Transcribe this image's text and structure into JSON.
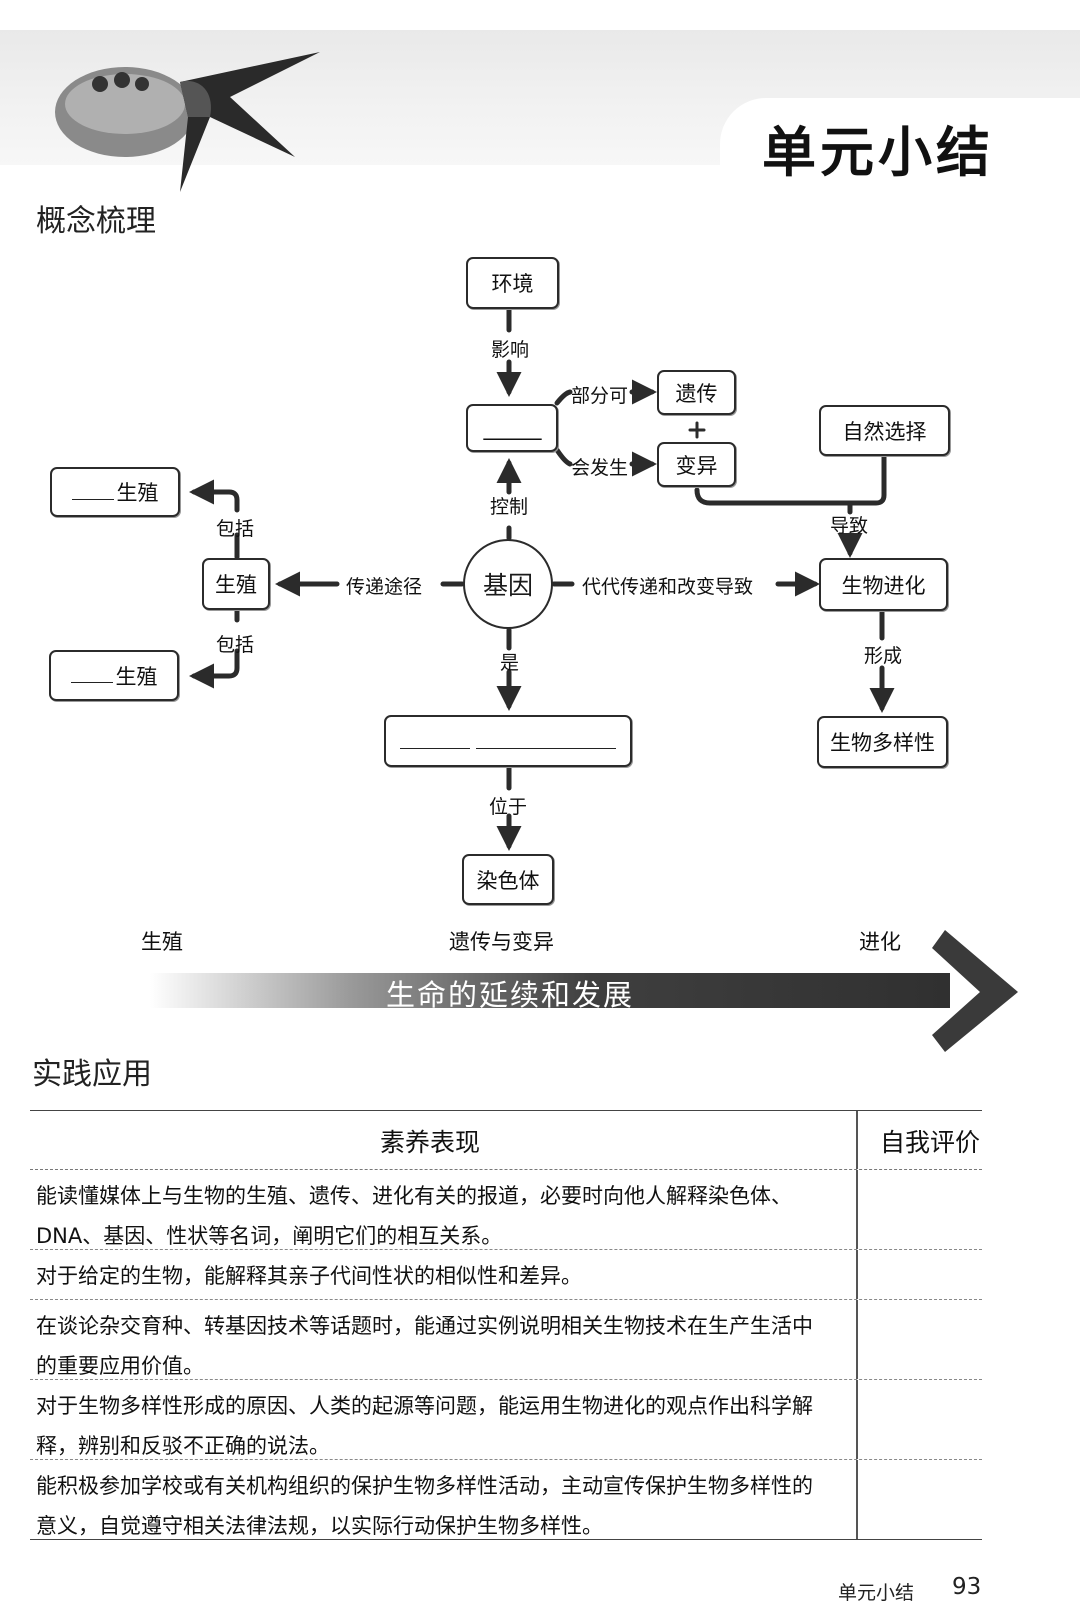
{
  "header": {
    "unit_title": "单元小结"
  },
  "section_concept": {
    "title": "概念梳理"
  },
  "concept_map": {
    "environment": "环境",
    "affects": "影响",
    "trait_blank": "______",
    "partially_can": "部分可",
    "heredity": "遗传",
    "plus": "+",
    "will_occur": "会发生",
    "variation": "变异",
    "natural_selection": "自然选择",
    "leads_to": "导致",
    "controls": "控制",
    "gene": "基因",
    "transmission_path": "传递途径",
    "generations_label": "代代传递和改变导致",
    "evolution": "生物进化",
    "forms": "形成",
    "biodiversity": "生物多样性",
    "reproduction": "生殖",
    "includes_top": "包括",
    "includes_bottom": "包括",
    "repro_type_suffix": "生殖",
    "is": "是",
    "located_in": "位于",
    "chromosome": "染色体"
  },
  "theme_banner": {
    "col_reproduction": "生殖",
    "col_heredity": "遗传与变异",
    "col_evolution": "进化",
    "banner_text": "生命的延续和发展"
  },
  "section_practice": {
    "title": "实践应用"
  },
  "literacy_table": {
    "headers": [
      "素养表现",
      "自我评价"
    ],
    "rows": [
      "能读懂媒体上与生物的生殖、遗传、进化有关的报道，必要时向他人解释染色体、DNA、基因、性状等名词，阐明它们的相互关系。",
      "对于给定的生物，能解释其亲子代间性状的相似性和差异。",
      "在谈论杂交育种、转基因技术等话题时，能通过实例说明相关生物技术在生产生活中的重要应用价值。",
      "对于生物多样性形成的原因、人类的起源等问题，能运用生物进化的观点作出科学解释，辨别和反驳不正确的说法。",
      "能积极参加学校或有关机构组织的保护生物多样性活动，主动宣传保护生物多样性的意义，自觉遵守相关法律法规，以实际行动保护生物多样性。"
    ]
  },
  "footer": {
    "label": "单元小结",
    "page_number": "93"
  }
}
